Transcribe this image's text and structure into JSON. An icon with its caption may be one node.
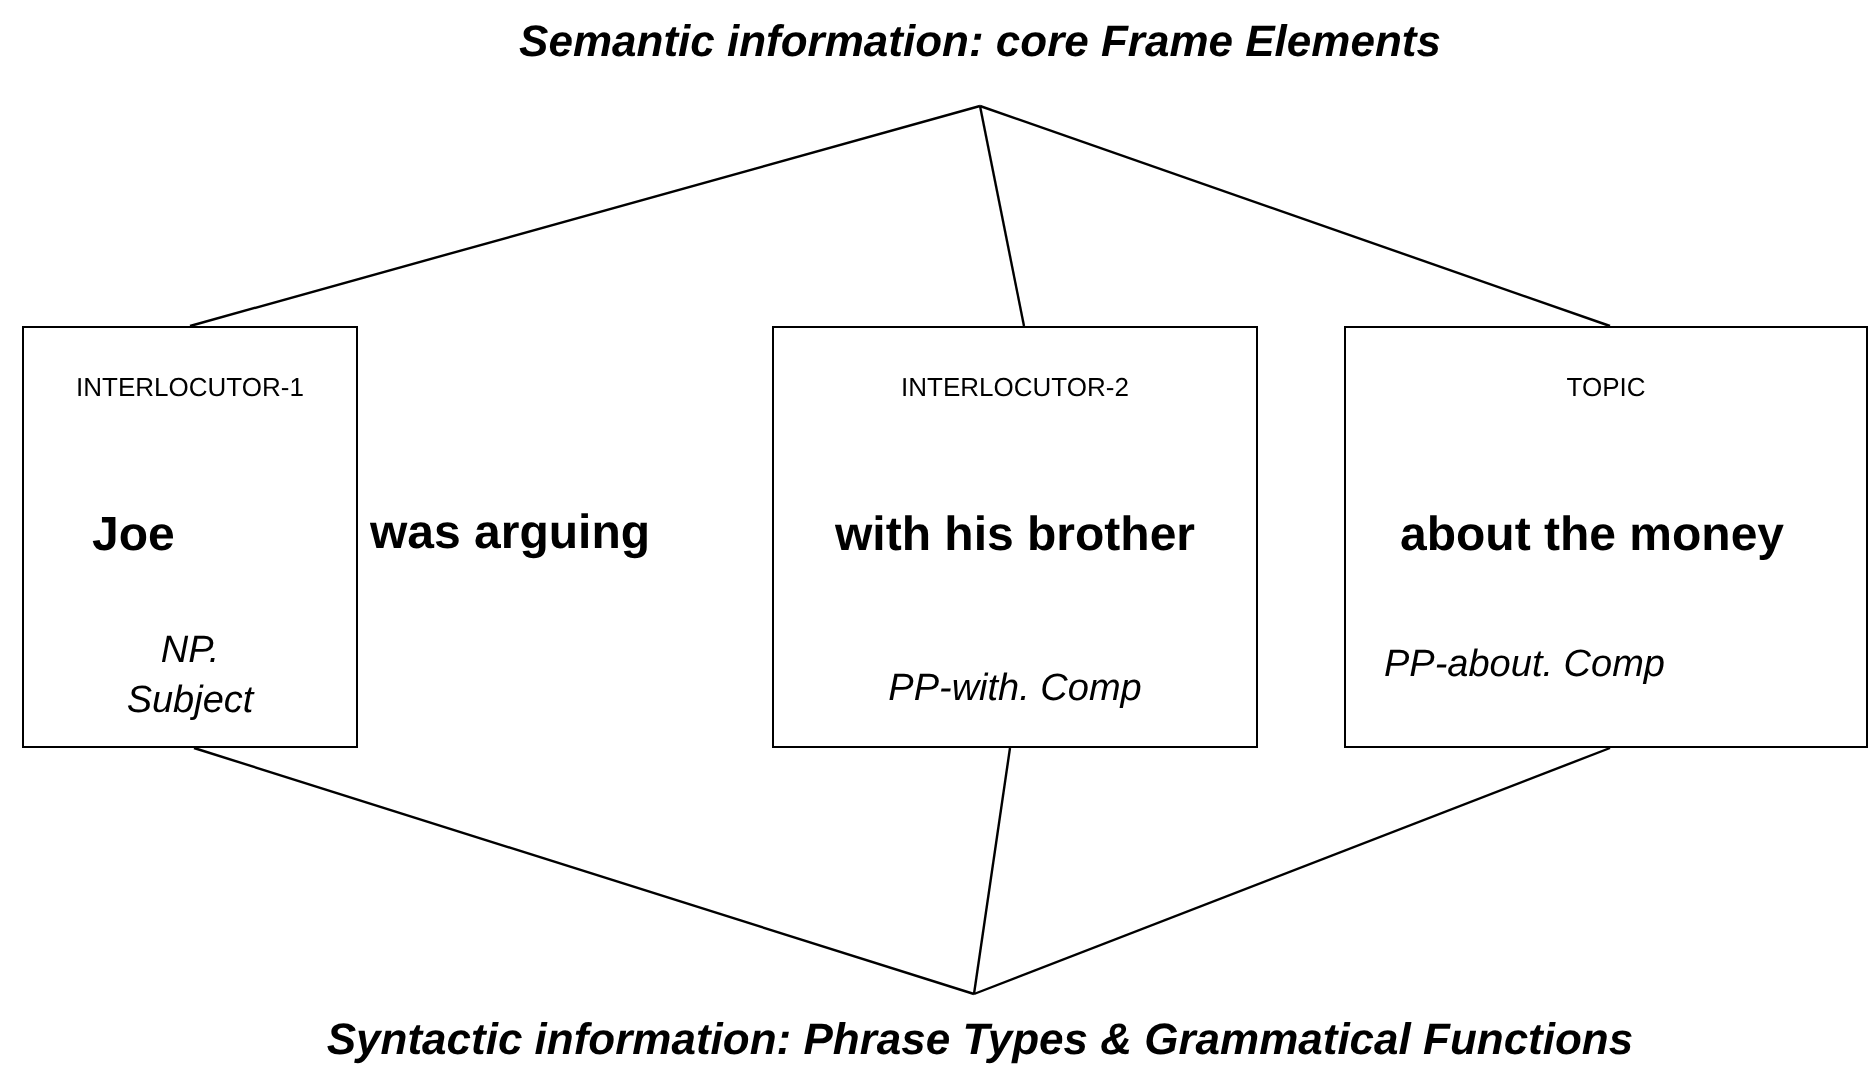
{
  "diagram": {
    "nodes": [
      {
        "text": [
          "Semantic information: core Frame Elements"
        ]
      },
      {
        "text": [
          "INTERLOCUTOR-1",
          "Joe",
          "NP. Subject"
        ]
      },
      {
        "text": [
          "INTERLOCUTOR-2",
          "with his brother",
          "PP-with. Comp"
        ]
      },
      {
        "text": [
          "TOPIC",
          "about the money",
          "PP-about. Comp"
        ]
      },
      {
        "text": [
          "Syntactic information: Phrase Types & Grammatical Functions"
        ]
      }
    ],
    "edges": [
      {
        "from": 0,
        "to": 1,
        "arrow": "none"
      },
      {
        "from": 0,
        "to": 2,
        "arrow": "none"
      },
      {
        "from": 0,
        "to": 3,
        "arrow": "none"
      },
      {
        "from": 1,
        "to": 4,
        "arrow": "none"
      },
      {
        "from": 2,
        "to": 4,
        "arrow": "none"
      },
      {
        "from": 3,
        "to": 4,
        "arrow": "none"
      }
    ],
    "labels": [
      "was arguing"
    ]
  }
}
